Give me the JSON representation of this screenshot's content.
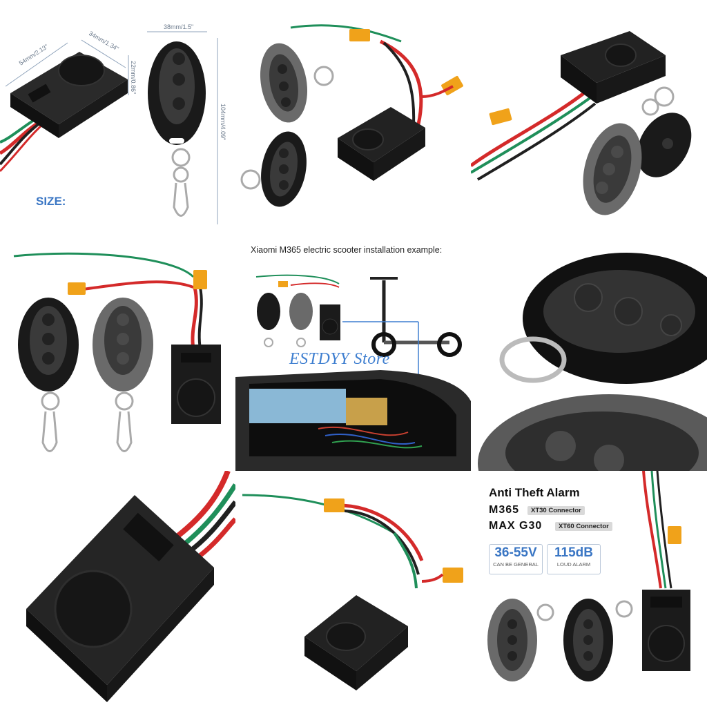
{
  "tile1": {
    "dims": {
      "length": "54mm/2.13\"",
      "width": "34mm/1.34\"",
      "height": "22mm/0.86\"",
      "remote_width": "38mm/1.5\"",
      "remote_length": "104mm/4.09\""
    },
    "size_label": "SIZE:"
  },
  "tile5": {
    "caption": "Xiaomi M365 electric scooter installation example:",
    "watermark": "ESTDYY Store"
  },
  "tile9": {
    "title": "Anti Theft Alarm",
    "model1": "M365",
    "connector1": "XT30 Connector",
    "model2": "MAX G30",
    "connector2": "XT60 Connector",
    "spec1_value": "36-55V",
    "spec1_caption": "CAN BE GENERAL",
    "spec2_value": "115dB",
    "spec2_caption": "LOUD ALARM"
  },
  "colors": {
    "accent": "#3a76c4",
    "box": "#1b1b1b",
    "wire_red": "#d42a2a",
    "wire_green": "#1f8f5a",
    "connector": "#f0a21a",
    "remote_black": "#1a1a1a",
    "remote_grey": "#6a6a6a"
  }
}
